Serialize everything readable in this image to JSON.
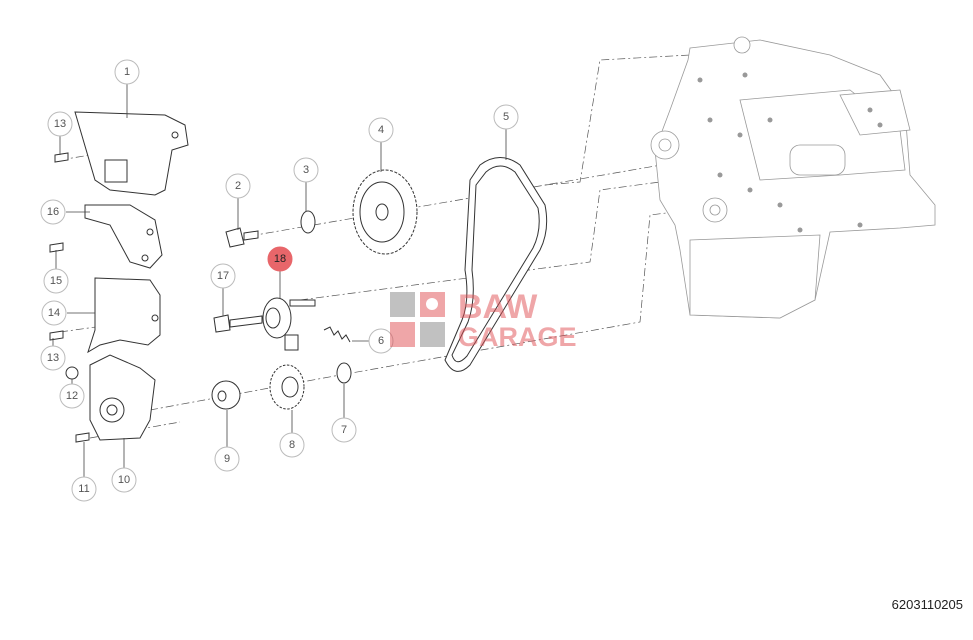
{
  "document_number": "6203110205",
  "watermark": {
    "line1": "BAW",
    "line2": "GARAGE"
  },
  "highlight_color": "#e8666a",
  "callouts": {
    "c1": "1",
    "c2": "2",
    "c3": "3",
    "c4": "4",
    "c5": "5",
    "c6": "6",
    "c7": "7",
    "c8": "8",
    "c9": "9",
    "c10": "10",
    "c11": "11",
    "c12": "12",
    "c13a": "13",
    "c13b": "13",
    "c14": "14",
    "c15": "15",
    "c16": "16",
    "c17": "17",
    "c18": "18"
  },
  "selected_callout": "18"
}
